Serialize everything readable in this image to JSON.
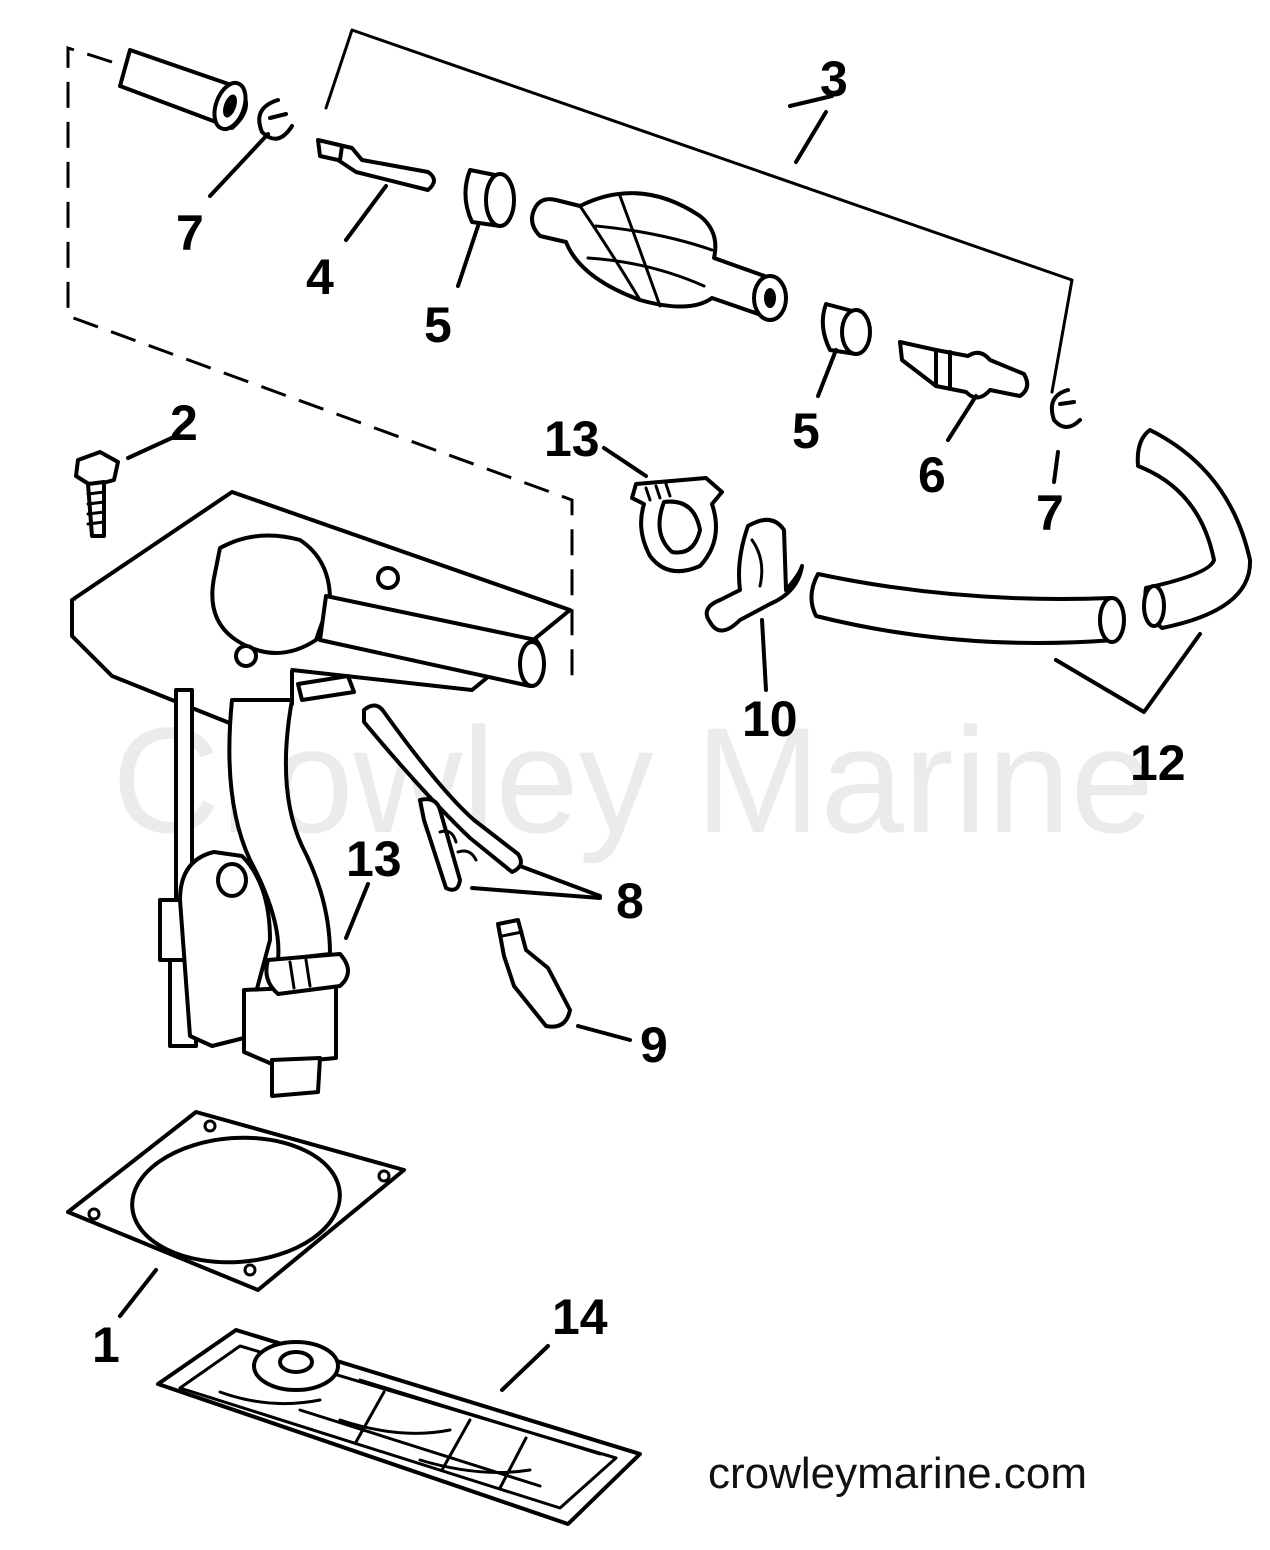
{
  "watermark": "Crowley Marine",
  "site_url": "crowleymarine.com",
  "callouts": {
    "c1": "1",
    "c2": "2",
    "c3": "3",
    "c4": "4",
    "c5a": "5",
    "c5b": "5",
    "c6": "6",
    "c7a": "7",
    "c7b": "7",
    "c8": "8",
    "c9": "9",
    "c10": "10",
    "c12": "12",
    "c13a": "13",
    "c13b": "13",
    "c14": "14"
  },
  "parts": [
    "hose",
    "clip",
    "primer-bulb-assembly",
    "check-valve-inlet",
    "check-valve-outlet",
    "nut",
    "fuel-connector",
    "wire-leads",
    "terminal",
    "hose-clamp",
    "fuel-hose",
    "tie-strap",
    "fuel-tank-pickup",
    "gasket",
    "pickup-filter-screen"
  ]
}
